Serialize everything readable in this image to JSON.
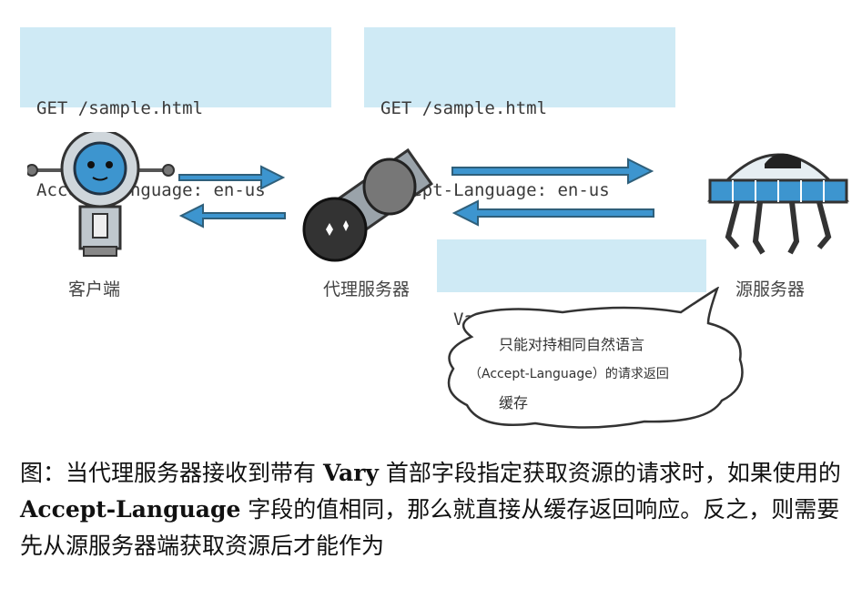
{
  "request_left": {
    "line1": "GET /sample.html",
    "line2": "Accept-Language: en-us"
  },
  "request_right": {
    "line1": "GET /sample.html",
    "line2": "Accept-Language: en-us"
  },
  "response_header": "Vary: Accept-Language",
  "labels": {
    "client": "客户端",
    "proxy": "代理服务器",
    "origin": "源服务器"
  },
  "bubble": {
    "line1": "只能对持相同自然语言",
    "line2": "（Accept-Language）的请求返回",
    "line3": "缓存"
  },
  "caption": {
    "part1": "图：当代理服务器接收到带有 ",
    "bold1": "Vary",
    "part2": " 首部字段指定获取资源的请求时，如果使用的 ",
    "bold2": "Accept-Language",
    "part3": " 字段的值相同，那么就直接从缓存返回响应。反之，则需要先从源服务器端获取资源后才能作为"
  },
  "colors": {
    "box_fill": "#cfeaf5",
    "arrow_blue": "#3d95cf",
    "arrow_outline": "#2f5f7a"
  }
}
